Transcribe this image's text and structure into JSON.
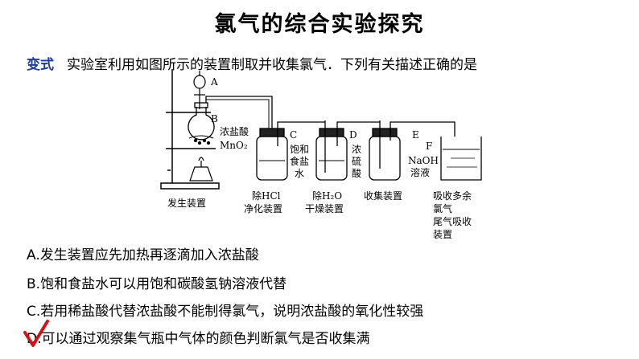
{
  "title": "氯气的综合实验探究",
  "question": {
    "tag": "变式",
    "text": "实验室利用如图所示的装置制取并收集氯气．下列有关描述正确的是"
  },
  "figure": {
    "labels": {
      "A": "A",
      "B": "B",
      "C": "C",
      "D": "D",
      "E": "E",
      "F": "F",
      "conc_hcl": "浓盐酸",
      "mno2": "MnO₂",
      "sat_salt": [
        "饱",
        "和",
        "食",
        "盐",
        "水"
      ],
      "conc_h2so4": [
        "浓",
        "硫",
        "酸"
      ],
      "naoh": "NaOH",
      "solution": "溶液",
      "gen": "发生装置",
      "hcl_line1": "除HCl",
      "hcl_line2": "净化装置",
      "h2o_line1": "除H₂O",
      "h2o_line2": "干燥装置",
      "collect": "收集装置",
      "absorb": [
        "吸收多余",
        "氯气",
        "尾气吸收",
        "装置"
      ]
    }
  },
  "options": [
    "A.发生装置应先加热再逐滴加入浓盐酸",
    "B.饱和食盐水可以用饱和碳酸氢钠溶液代替",
    "C.若用稀盐酸代替浓盐酸不能制得氯气，说明浓盐酸的氧化性较强",
    "D.可以通过观察集气瓶中气体的颜色判断氯气是否收集满"
  ],
  "answer_mark": "check-mark",
  "colors": {
    "tag": "#1f3a9a",
    "check": "#d0141a"
  }
}
